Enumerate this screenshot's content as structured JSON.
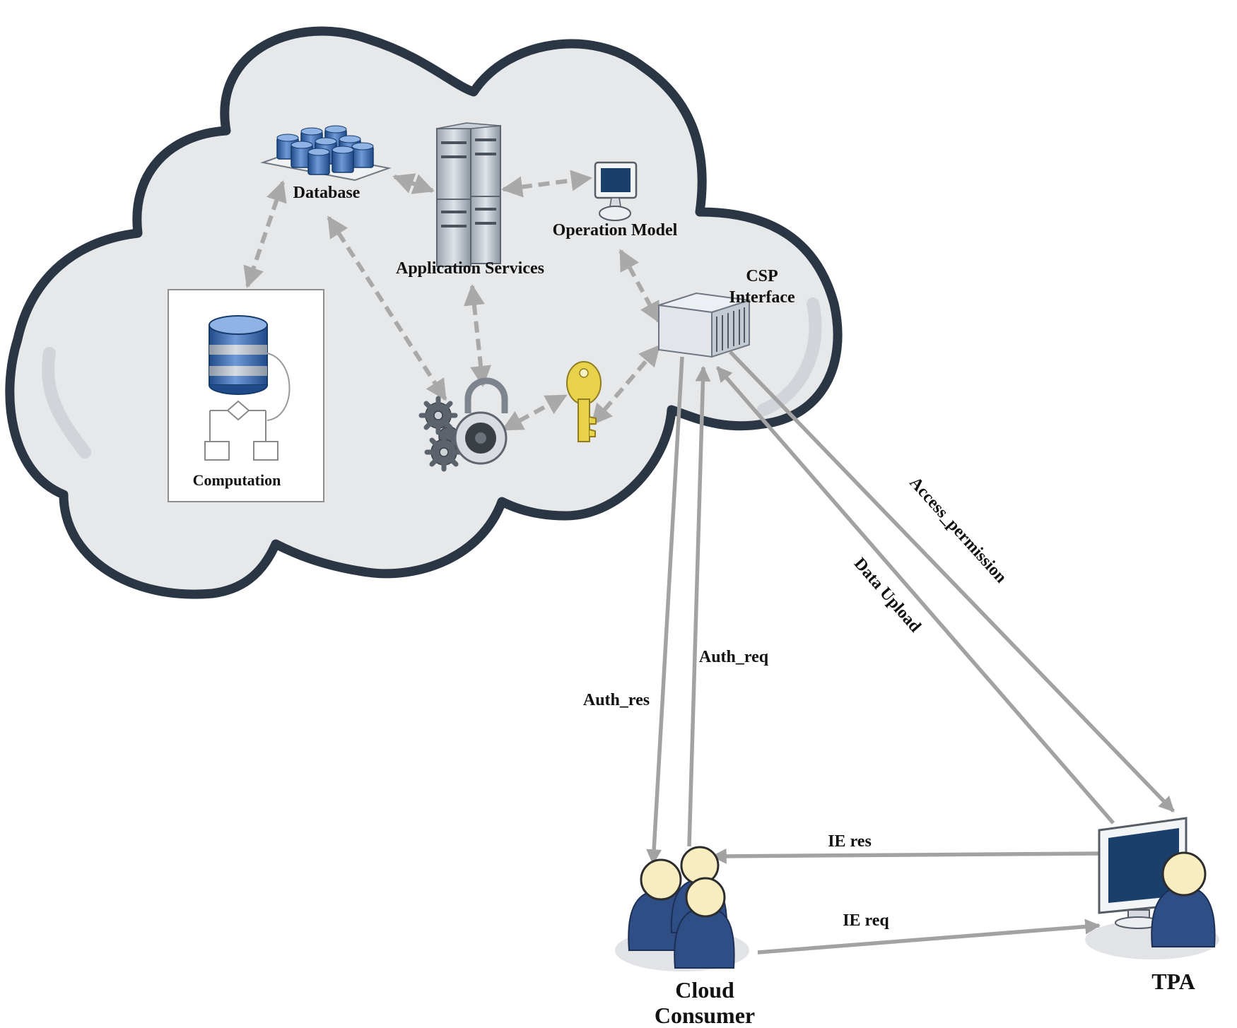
{
  "diagram": {
    "nodes": {
      "database": "Database",
      "application_services": "Application Services",
      "operation_model": "Operation Model",
      "csp_interface_line1": "CSP",
      "csp_interface_line2": "Interface",
      "computation": "Computation",
      "cloud_consumer_line1": "Cloud",
      "cloud_consumer_line2": "Consumer",
      "tpa": "TPA"
    },
    "edges": {
      "access_permission": "Access_permission",
      "data_upload": "Data Upload",
      "auth_req": "Auth_req",
      "auth_res": "Auth_res",
      "ie_res": "IE res",
      "ie_req": "IE req"
    }
  },
  "colors": {
    "cloud_fill": "#e6e8ea",
    "cloud_border": "#2b3645",
    "dashed_arrow": "#a9a9a9",
    "solid_arrow": "#a2a2a2",
    "person_body": "#2f4e86",
    "person_head": "#f8edc0",
    "monitor_screen": "#1a3f6b",
    "key": "#e7d24a"
  }
}
